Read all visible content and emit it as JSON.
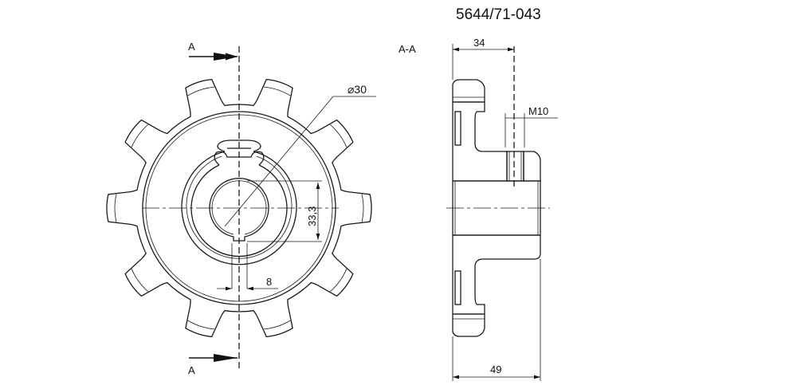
{
  "drawing": {
    "part_number": "5644/71-043",
    "section_label": "A-A",
    "cut_marker_top": "A",
    "cut_marker_bottom": "A",
    "front_view": {
      "teeth_count": 10,
      "dim_bore_diameter": "⌀30",
      "dim_keyway_height": "33,3",
      "dim_keyway_width": "8"
    },
    "section_view": {
      "dim_hub_offset": "34",
      "dim_thread": "M10",
      "dim_overall_width": "49"
    },
    "colors": {
      "line": "#1a1a1a",
      "background": "#ffffff"
    }
  }
}
